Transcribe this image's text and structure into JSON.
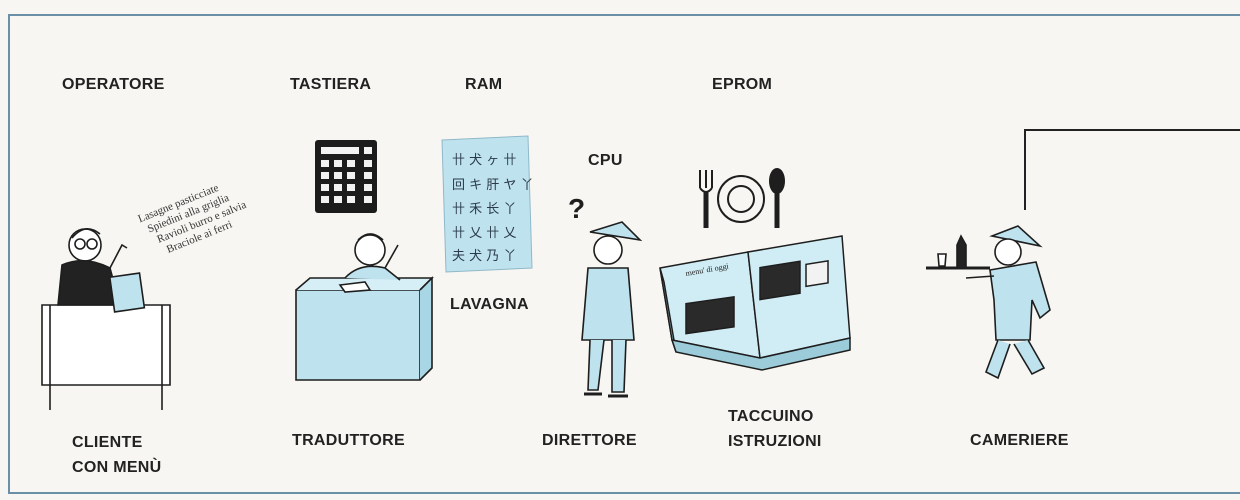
{
  "labels": {
    "operatore": "OPERATORE",
    "tastiera": "TASTIERA",
    "ram": "RAM",
    "eprom": "EPROM",
    "cpu": "CPU",
    "lavagna": "LAVAGNA",
    "cliente_line1": "CLIENTE",
    "cliente_line2": "CON MENÙ",
    "traduttore": "TRADUTTORE",
    "direttore": "DIRETTORE",
    "taccuino_line1": "TACCUINO",
    "taccuino_line2": "ISTRUZIONI",
    "cameriere": "CAMERIERE"
  },
  "menu_items": [
    "Lasagne pasticciate",
    "Spiedini alla griglia",
    "Ravioli burro e salvia",
    "Braciole ai ferri"
  ],
  "book_heading": "menu' di oggi",
  "colors": {
    "frame": "#6b8fa6",
    "figure_fill": "#bfe3ee",
    "ink": "#1e1e1e",
    "paper": "#f7f6f2"
  }
}
